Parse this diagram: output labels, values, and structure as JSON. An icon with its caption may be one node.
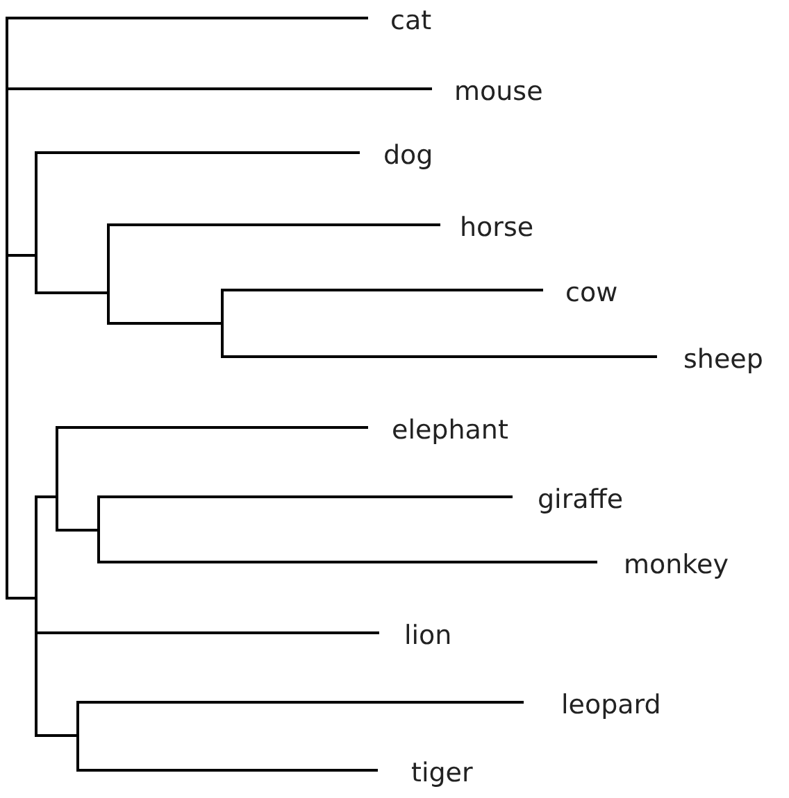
{
  "diagram": {
    "nodes": [
      {
        "text": [],
        "shape": "bar"
      },
      {
        "text": [
          "cat"
        ]
      },
      {
        "text": [
          "mouse"
        ]
      },
      {
        "text": [],
        "shape": "bar"
      },
      {
        "text": [
          "dog"
        ]
      },
      {
        "text": [],
        "shape": "bar"
      },
      {
        "text": [
          "horse"
        ]
      },
      {
        "text": [],
        "shape": "bar"
      },
      {
        "text": [
          "cow"
        ]
      },
      {
        "text": [
          "sheep"
        ]
      },
      {
        "text": [],
        "shape": "bar"
      },
      {
        "text": [],
        "shape": "bar"
      },
      {
        "text": [
          "elephant"
        ]
      },
      {
        "text": [],
        "shape": "bar"
      },
      {
        "text": [
          "giraffe"
        ]
      },
      {
        "text": [
          "monkey"
        ]
      },
      {
        "text": [
          "lion"
        ]
      },
      {
        "text": [],
        "shape": "bar"
      },
      {
        "text": [
          "leopard"
        ]
      },
      {
        "text": [
          "tiger"
        ]
      }
    ],
    "edges": [
      {
        "from": 0,
        "to": 1,
        "arrow": "none"
      },
      {
        "from": 0,
        "to": 2,
        "arrow": "none"
      },
      {
        "from": 0,
        "to": 3,
        "arrow": "none"
      },
      {
        "from": 3,
        "to": 4,
        "arrow": "none"
      },
      {
        "from": 3,
        "to": 5,
        "arrow": "none"
      },
      {
        "from": 5,
        "to": 6,
        "arrow": "none"
      },
      {
        "from": 5,
        "to": 7,
        "arrow": "none"
      },
      {
        "from": 7,
        "to": 8,
        "arrow": "none"
      },
      {
        "from": 7,
        "to": 9,
        "arrow": "none"
      },
      {
        "from": 0,
        "to": 10,
        "arrow": "none"
      },
      {
        "from": 10,
        "to": 11,
        "arrow": "none"
      },
      {
        "from": 11,
        "to": 12,
        "arrow": "none"
      },
      {
        "from": 11,
        "to": 13,
        "arrow": "none"
      },
      {
        "from": 13,
        "to": 14,
        "arrow": "none"
      },
      {
        "from": 13,
        "to": 15,
        "arrow": "none"
      },
      {
        "from": 10,
        "to": 16,
        "arrow": "none"
      },
      {
        "from": 10,
        "to": 17,
        "arrow": "none"
      },
      {
        "from": 17,
        "to": 18,
        "arrow": "none"
      },
      {
        "from": 17,
        "to": 19,
        "arrow": "none"
      }
    ]
  }
}
